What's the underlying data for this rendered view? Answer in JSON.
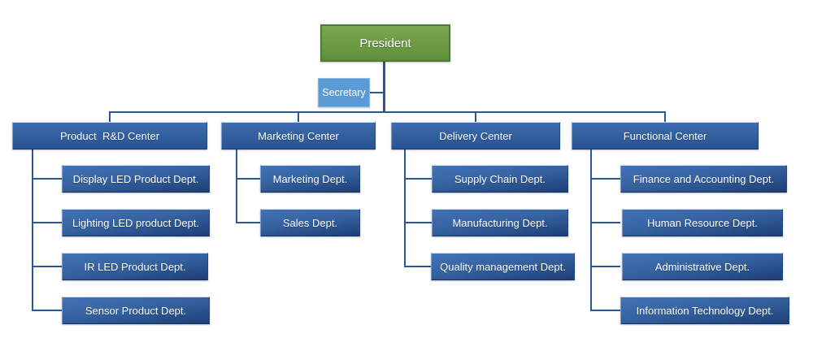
{
  "nodes": {
    "president": "President",
    "secretary": "Secretary"
  },
  "centers": [
    {
      "label": "Product  R&D Center",
      "depts": [
        "Display LED Product Dept.",
        "Lighting LED product Dept.",
        "IR LED Product Dept.",
        "Sensor Product Dept."
      ]
    },
    {
      "label": "Marketing Center",
      "depts": [
        "Marketing Dept.",
        "Sales Dept."
      ]
    },
    {
      "label": "Delivery Center",
      "depts": [
        "Supply Chain Dept.",
        "Manufacturing Dept.",
        "Quality management Dept."
      ]
    },
    {
      "label": "Functional Center",
      "depts": [
        "Finance and Accounting Dept.",
        "Human Resource Dept.",
        "Administrative Dept.",
        "Information Technology Dept."
      ]
    }
  ],
  "colors": {
    "text": "#ffffff",
    "president_fill_top": "#79a850",
    "president_fill_bottom": "#628f3a",
    "president_border": "#4c7a2f",
    "secretary_fill": "#5b9bd5",
    "secretary_border": "#8ab8e6",
    "center_fill_top": "#3e6cb2",
    "center_fill_bottom": "#2a5294",
    "dept_fill_top": "#4273b6",
    "dept_fill_bottom": "#1d3f77",
    "connector": "#2a5795"
  }
}
